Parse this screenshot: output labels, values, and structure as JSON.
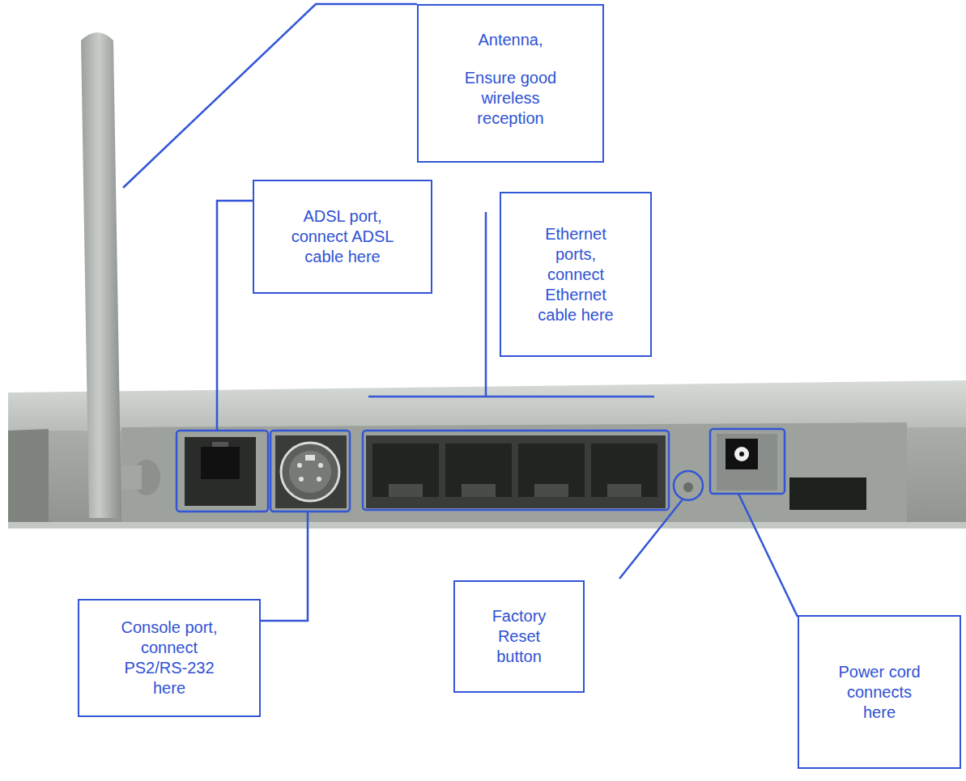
{
  "diagram": {
    "nodes": [
      {
        "text": [
          "Antenna,",
          "Ensure good wireless reception"
        ]
      },
      {
        "text": [
          "ADSL port, connect ADSL cable here"
        ]
      },
      {
        "text": [
          "Ethernet ports, connect Ethernet cable here"
        ]
      },
      {
        "text": [
          "Console port, connect PS2/RS-232 here"
        ]
      },
      {
        "text": [
          "Factory Reset button"
        ]
      },
      {
        "text": [
          "Power cord connects here"
        ]
      }
    ]
  }
}
